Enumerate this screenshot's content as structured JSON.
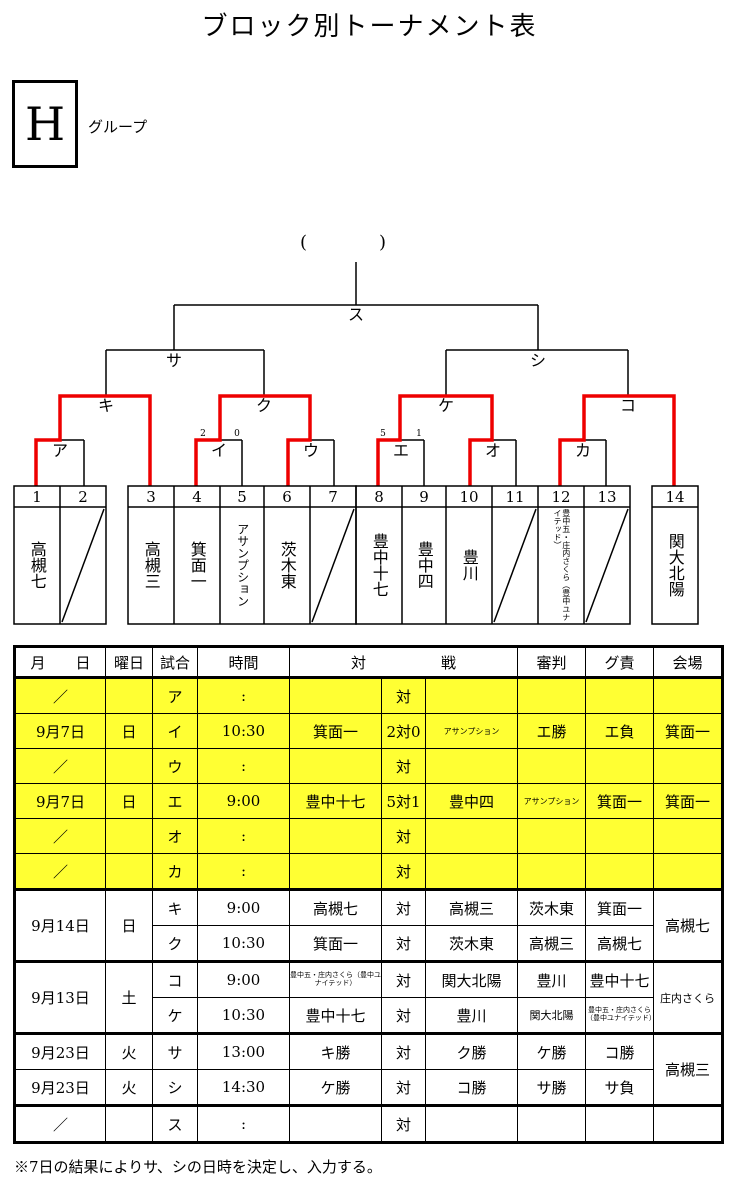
{
  "title": "ブロック別トーナメント表",
  "group": {
    "letter": "H",
    "label": "グループ"
  },
  "final_paren": "(　　　　)",
  "bracket_labels": {
    "su": "ス",
    "sa": "サ",
    "shi": "シ",
    "ki": "キ",
    "ku": "ク",
    "ke": "ケ",
    "ko": "コ",
    "a": "ア",
    "i": "イ",
    "u": "ウ",
    "e": "エ",
    "o": "オ",
    "ka": "カ"
  },
  "scores": {
    "i_left": "2",
    "i_right": "0",
    "e_left": "5",
    "e_right": "1"
  },
  "slots": [
    {
      "num": "1",
      "team": "高槻七"
    },
    {
      "num": "2",
      "team": ""
    },
    {
      "num": "3",
      "team": "高槻三"
    },
    {
      "num": "4",
      "team": "箕面一"
    },
    {
      "num": "5",
      "team": "アサンプション"
    },
    {
      "num": "6",
      "team": "茨木東"
    },
    {
      "num": "7",
      "team": ""
    },
    {
      "num": "8",
      "team": "豊中十七"
    },
    {
      "num": "9",
      "team": "豊中四"
    },
    {
      "num": "10",
      "team": "豊川"
    },
    {
      "num": "11",
      "team": ""
    },
    {
      "num": "12",
      "team": "豊中五・庄内さくら（豊中ユナイテッド）"
    },
    {
      "num": "13",
      "team": ""
    },
    {
      "num": "14",
      "team": "関大北陽"
    }
  ],
  "table": {
    "headers": {
      "date": "月　　日",
      "day": "曜日",
      "match": "試合",
      "time": "時間",
      "versus": "対　　　　　戦",
      "referee": "審判",
      "duty": "グ責",
      "venue": "会場"
    },
    "rows": [
      {
        "date": "／",
        "day": "",
        "match": "ア",
        "time": ":",
        "left": "",
        "vs": "対",
        "right": "",
        "ref": "",
        "duty": "",
        "venue": ""
      },
      {
        "date": "9月7日",
        "day": "日",
        "match": "イ",
        "time": "10:30",
        "left": "箕面一",
        "vs": "2対0",
        "right": "アサンプション",
        "ref": "エ勝",
        "duty": "エ負",
        "venue": "箕面一"
      },
      {
        "date": "／",
        "day": "",
        "match": "ウ",
        "time": ":",
        "left": "",
        "vs": "対",
        "right": "",
        "ref": "",
        "duty": "",
        "venue": ""
      },
      {
        "date": "9月7日",
        "day": "日",
        "match": "エ",
        "time": "9:00",
        "left": "豊中十七",
        "vs": "5対1",
        "right": "豊中四",
        "ref": "アサンプション",
        "duty": "箕面一",
        "venue": "箕面一"
      },
      {
        "date": "／",
        "day": "",
        "match": "オ",
        "time": ":",
        "left": "",
        "vs": "対",
        "right": "",
        "ref": "",
        "duty": "",
        "venue": ""
      },
      {
        "date": "／",
        "day": "",
        "match": "カ",
        "time": ":",
        "left": "",
        "vs": "対",
        "right": "",
        "ref": "",
        "duty": "",
        "venue": ""
      },
      {
        "date": "9月14日",
        "day": "日",
        "match": "キ",
        "time": "9:00",
        "left": "高槻七",
        "vs": "対",
        "right": "高槻三",
        "ref": "茨木東",
        "duty": "箕面一",
        "venue": "高槻七"
      },
      {
        "match": "ク",
        "time": "10:30",
        "left": "箕面一",
        "vs": "対",
        "right": "茨木東",
        "ref": "高槻三",
        "duty": "高槻七"
      },
      {
        "date": "9月13日",
        "day": "土",
        "match": "コ",
        "time": "9:00",
        "left": "豊中五・庄内さくら（豊中ユナイテッド）",
        "vs": "対",
        "right": "関大北陽",
        "ref": "豊川",
        "duty": "豊中十七",
        "venue": "庄内さくら"
      },
      {
        "match": "ケ",
        "time": "10:30",
        "left": "豊中十七",
        "vs": "対",
        "right": "豊川",
        "ref": "関大北陽",
        "duty": "豊中五・庄内さくら（豊中ユナイテッド）"
      },
      {
        "date": "9月23日",
        "day": "火",
        "match": "サ",
        "time": "13:00",
        "left": "キ勝",
        "vs": "対",
        "right": "ク勝",
        "ref": "ケ勝",
        "duty": "コ勝",
        "venue": "高槻三"
      },
      {
        "date": "9月23日",
        "day": "火",
        "match": "シ",
        "time": "14:30",
        "left": "ケ勝",
        "vs": "対",
        "right": "コ勝",
        "ref": "サ勝",
        "duty": "サ負"
      },
      {
        "date": "／",
        "day": "",
        "match": "ス",
        "time": ":",
        "left": "",
        "vs": "対",
        "right": "",
        "ref": "",
        "duty": "",
        "venue": ""
      }
    ]
  },
  "note": "※7日の結果によりサ、シの日時を決定し、入力する。"
}
